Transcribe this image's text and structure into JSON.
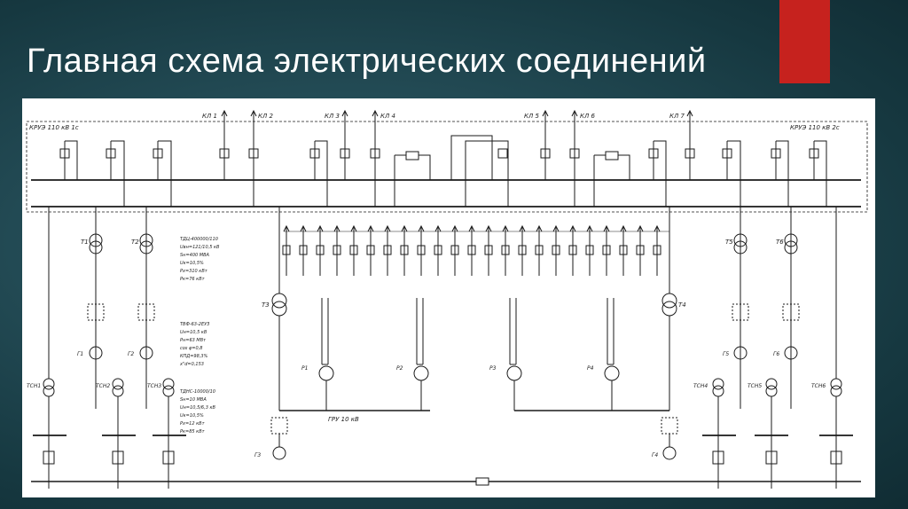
{
  "slide": {
    "title": "Главная схема электрических соединений",
    "accent_color": "#c6221e"
  },
  "diagram": {
    "switchgear_left": "КРУЭ 110 кВ 1с",
    "switchgear_right": "КРУЭ 110 кВ 2с",
    "lines": [
      "КЛ 1",
      "КЛ 2",
      "КЛ 3",
      "КЛ 4",
      "КЛ 5",
      "КЛ 6",
      "КЛ 7"
    ],
    "transformers": {
      "T1": "Т1",
      "T2": "Т2",
      "T3": "Т3",
      "T4": "Т4",
      "T5": "Т5",
      "T6": "Т6"
    },
    "generators": {
      "G1": "Г1",
      "G2": "Г2",
      "G3": "Г3",
      "G4": "Г4",
      "G5": "Г5",
      "G6": "Г6"
    },
    "reactors": [
      "Р1",
      "Р2",
      "Р3",
      "Р4"
    ],
    "gru": "ГРУ 10 кВ",
    "aux_transformers": [
      "ТСН1",
      "ТСН2",
      "ТСН3",
      "ТСН4",
      "ТСН5",
      "ТСН6"
    ],
    "spec_transformer": [
      "ТДЦ-400000/110",
      "Uвн=121/10,5 кВ",
      "Sн=400 МВА",
      "Uк=10,5%",
      "Pх=310 кВт",
      "Pк=76 кВт"
    ],
    "spec_generator": [
      "ТВФ-63-2ЕУЗ",
      "Uн=10,5 кВ",
      "Pн=63 МВт",
      "cos φ=0,8",
      "КПД=98,3%",
      "x\"d=0,153"
    ],
    "spec_aux": [
      "ТДНС-10000/10",
      "Sн=10 МВА",
      "Uн=10,5/6,3 кВ",
      "Uк=10,5%",
      "Pх=12 кВт",
      "Pк=85 кВт"
    ]
  }
}
